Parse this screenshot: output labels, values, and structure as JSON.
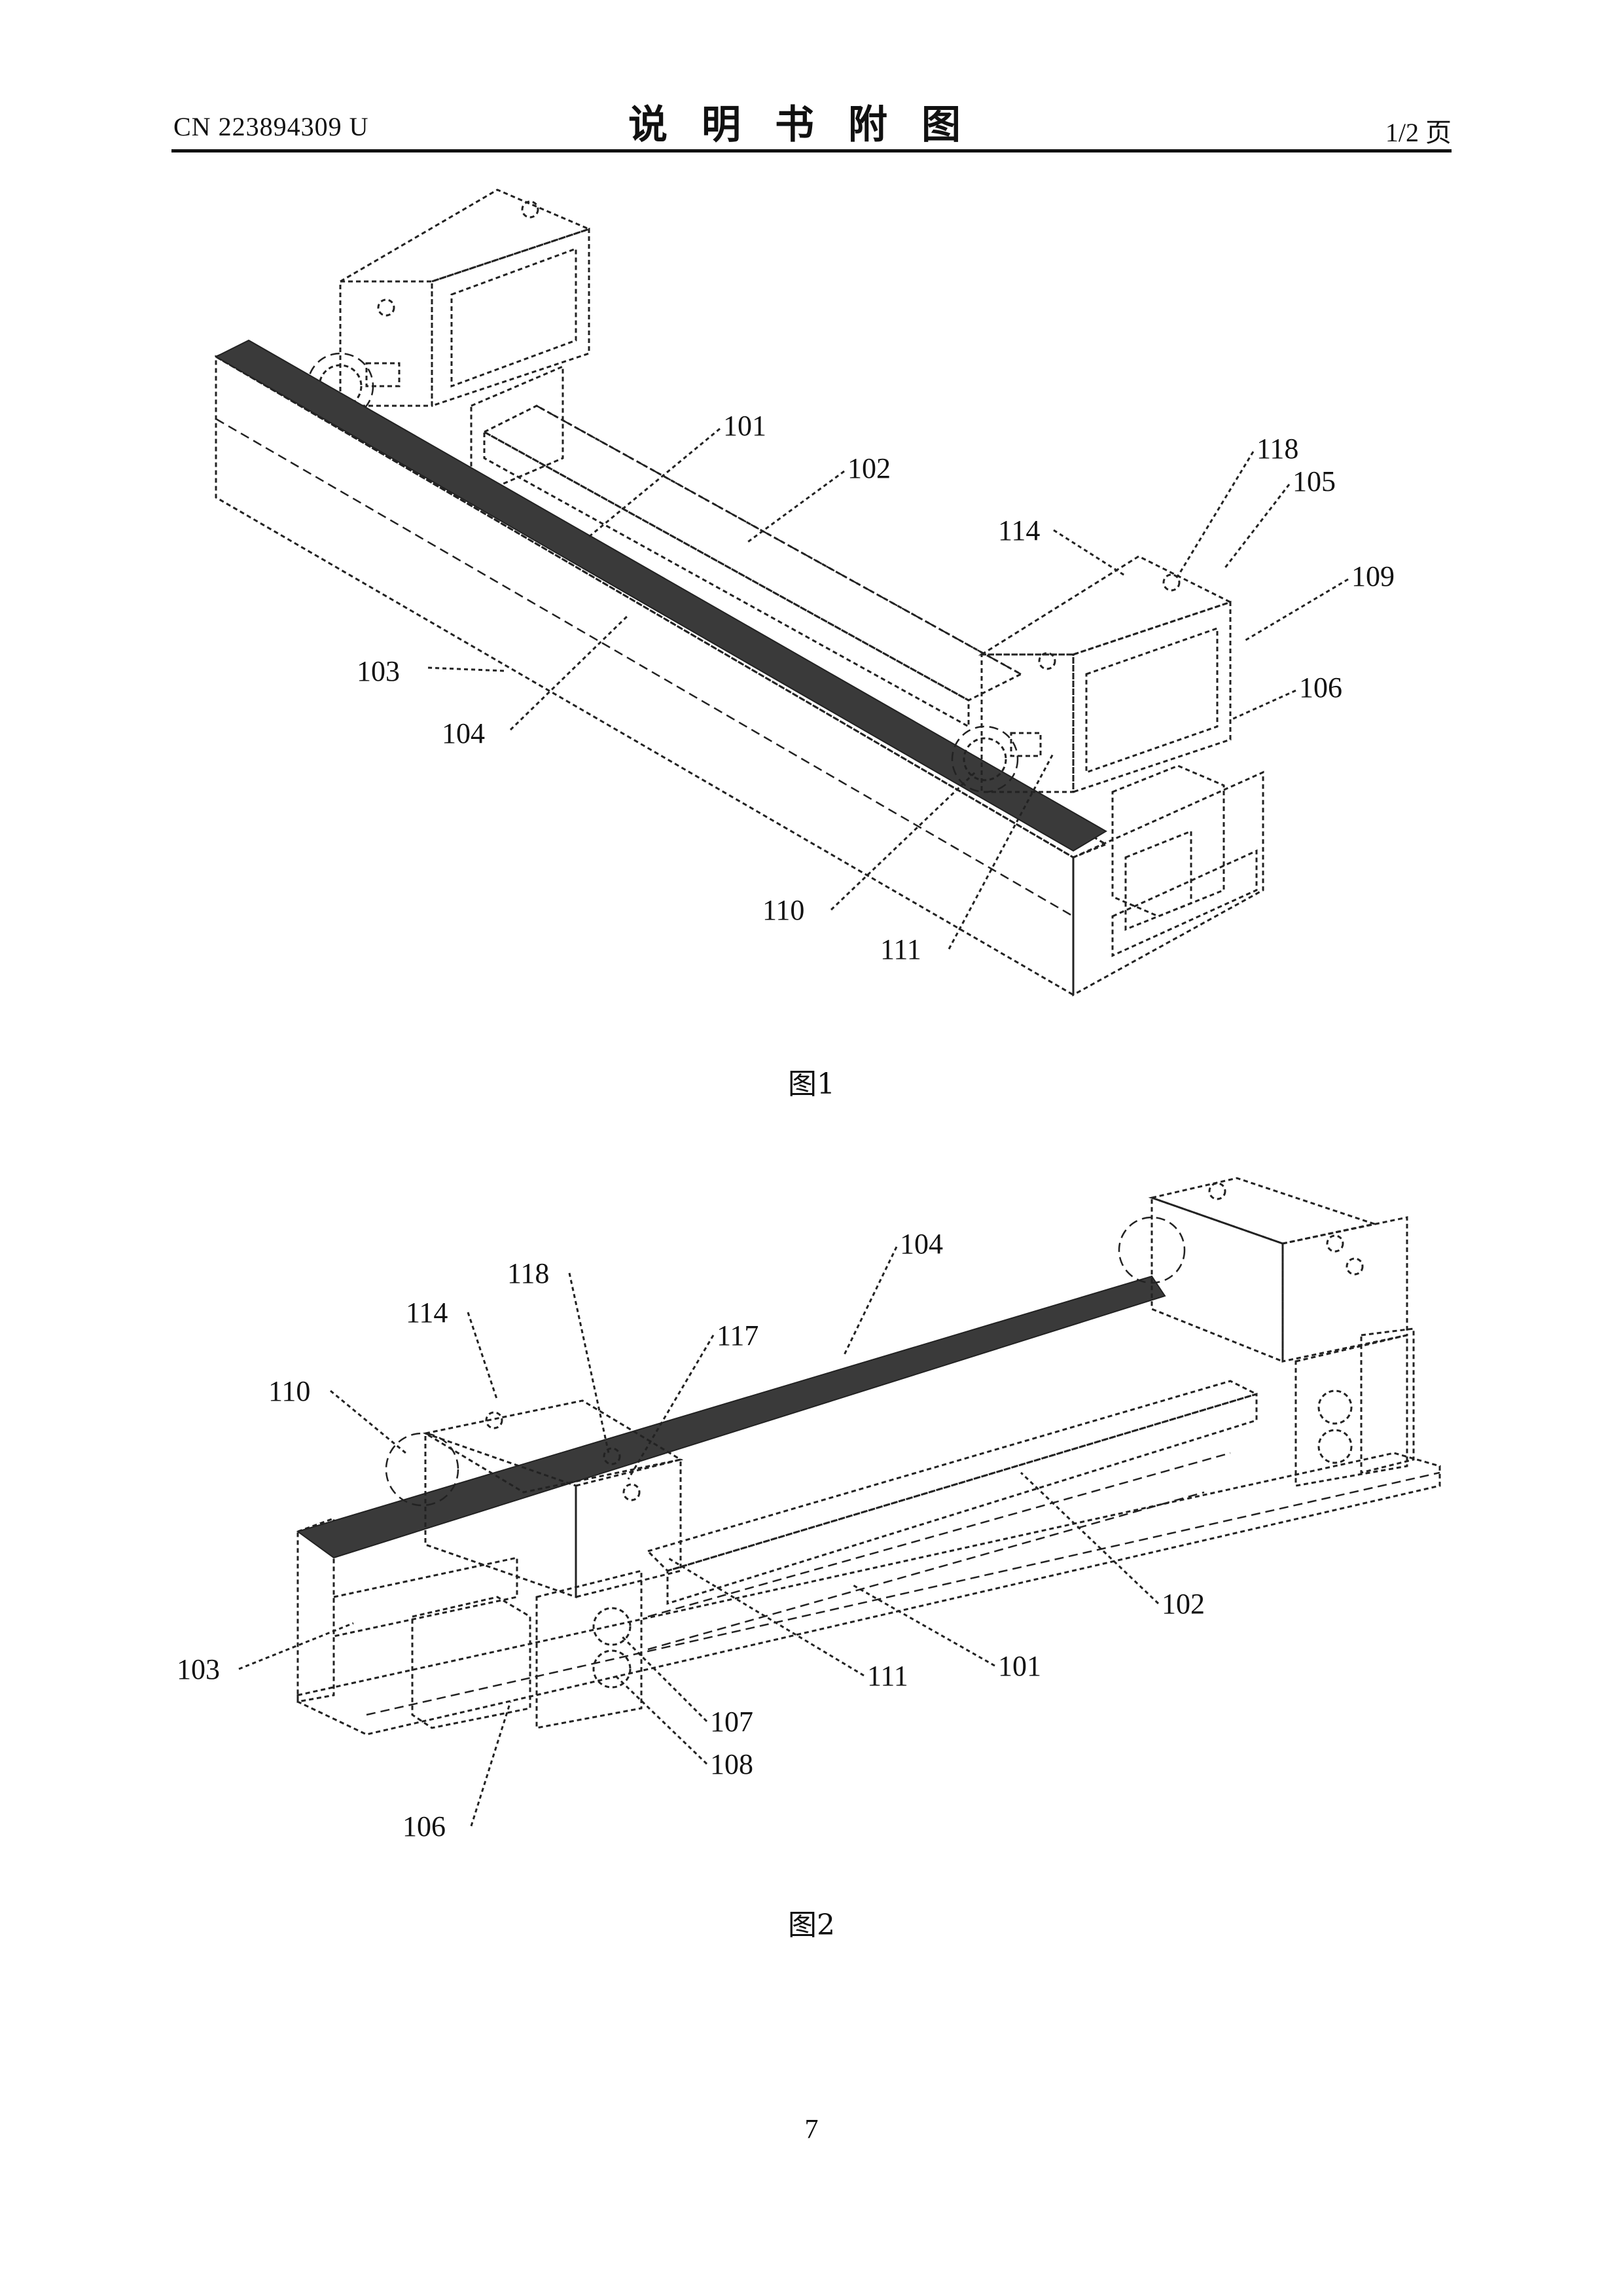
{
  "header": {
    "doc_number": "CN 223894309 U",
    "title": "说明书附图",
    "page_of": "1/2 页"
  },
  "figure1": {
    "caption": "图1",
    "labels": [
      "101",
      "102",
      "103",
      "104",
      "105",
      "106",
      "109",
      "110",
      "111",
      "114",
      "118"
    ]
  },
  "figure2": {
    "caption": "图2",
    "labels": [
      "101",
      "102",
      "103",
      "104",
      "106",
      "107",
      "108",
      "110",
      "111",
      "114",
      "117",
      "118"
    ]
  },
  "footer": {
    "page_number": "7"
  }
}
